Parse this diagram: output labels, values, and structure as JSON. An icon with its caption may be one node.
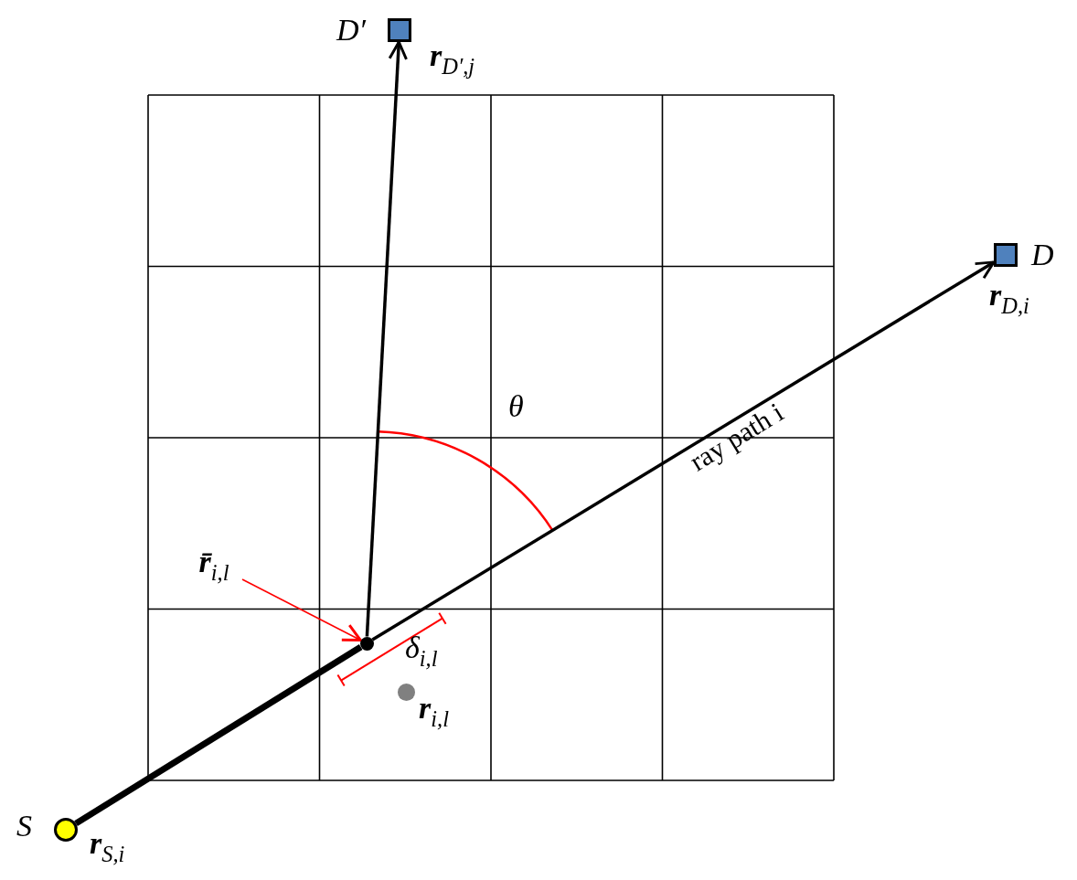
{
  "diagram": {
    "nodes": [
      {
        "text": [],
        "shape": "circle",
        "beside": [
          "S",
          "**r**$_{S,i}$"
        ]
      },
      {
        "text": [],
        "shape": "box",
        "beside": [
          "D",
          "**r**$_{D,i}$"
        ]
      },
      {
        "text": [],
        "shape": "box",
        "beside": [
          "D′",
          "**r**$_{D′,j}$"
        ]
      },
      {
        "text": [],
        "shape": "circle"
      },
      {
        "text": [
          "**r̄**$_{i,l}$"
        ]
      },
      {
        "text": [],
        "shape": "circle",
        "beside": [
          "**r**$_{i,l}$"
        ]
      }
    ],
    "edges": [
      {
        "from": 0,
        "to": 3,
        "arrow": "none",
        "style": "thick"
      },
      {
        "from": 3,
        "to": 1,
        "arrow": "to",
        "label": "ray path i"
      },
      {
        "from": 3,
        "to": 2,
        "arrow": "to"
      },
      {
        "from": 4,
        "to": 3,
        "arrow": "to",
        "color": "#ff0000"
      }
    ],
    "labels": [
      "θ",
      "δ$_{i,l}$"
    ]
  }
}
